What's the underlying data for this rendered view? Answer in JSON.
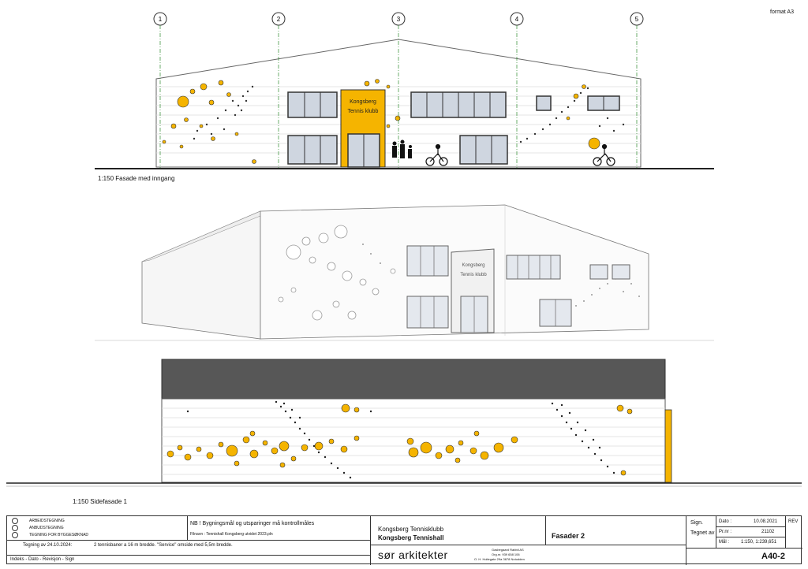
{
  "sheet": {
    "format": "format A3"
  },
  "grid_axes": [
    "1",
    "2",
    "3",
    "4",
    "5"
  ],
  "views": {
    "front": {
      "scale_title": "1:150   Fasade med inngang",
      "sign_line1": "Kongsberg",
      "sign_line2": "Tennis klubb"
    },
    "perspective": {
      "sign_line1": "Kongsberg",
      "sign_line2": "Tennis klubb"
    },
    "side": {
      "scale_title": "1:150   Sidefasade 1"
    }
  },
  "title_block": {
    "status_options": [
      "ARBEIDSTEGNING",
      "ANBUDSTEGNING",
      "TEGNING FOR BYGGESØKNAD"
    ],
    "drawing_date": "Tegning av 24.10.2024:",
    "drawing_note": "2 tennisbaner a 16 m bredde.  \"Service\" omside med 5,5m bredde.",
    "revision_header": "Indeks - Dato - Revisjon - Sign",
    "note": "NB !  Bygningsmål og utsparinger må kontrollmåles",
    "filename": "Filnavn : Tennishall Kongsberg utvidet 2023.pln",
    "client": "Kongsberg Tennisklubb",
    "project": "Kongsberg Tennishall",
    "drawing_title": "Fasader 2",
    "firm": "sør arkitekter",
    "firm_info_1": "Gasbegaard Rabbil AS",
    "firm_info_2": "Org.nr. 939 658 106",
    "firm_info_3": "O. H. Holtegate 29a  3678 Notodden",
    "sign_label": "Sign.",
    "drawn_by_label": "Tegnet av",
    "date_label": "Dato :",
    "date_value": "10.08.2021",
    "project_no_label": "Pr.nr :",
    "project_no_value": "21102",
    "scale_label": "Mål  :",
    "scale_value": "1:150, 1:239,651",
    "rev_label": "REV",
    "drawing_number": "A40-2"
  },
  "colors": {
    "accent_yellow": "#f5b400",
    "roof_dark": "#575757",
    "window_frame": "#333333",
    "glass": "#cfd6e0",
    "grid_line": "#2e8b2e"
  }
}
